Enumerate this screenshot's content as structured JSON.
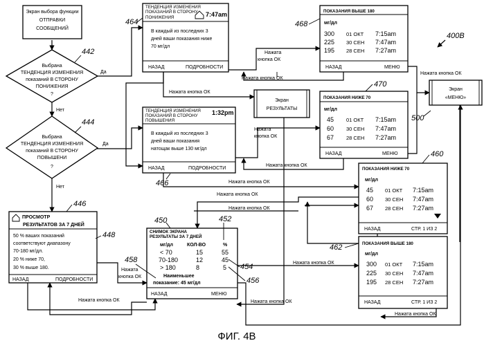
{
  "figure_label": "ФИГ. 4В",
  "figure_ref": "400В",
  "refs": {
    "r442": "442",
    "r444": "444",
    "r446": "446",
    "r448": "448",
    "r450": "450",
    "r452": "452",
    "r454": "454",
    "r456": "456",
    "r458": "458",
    "r460": "460",
    "r462": "462",
    "r464": "464",
    "r466": "466",
    "r468": "468",
    "r470": "470",
    "r500": "500"
  },
  "start_box": {
    "lines": [
      "Экран выбора функции",
      "ОТПРАВКИ",
      "СООБЩЕНИЙ"
    ]
  },
  "decision1": {
    "lines": [
      "Выбрана",
      "ТЕНДЕНЦИЯ ИЗМЕНЕНИЯ",
      "показаний В СТОРОНУ",
      "ПОНИЖЕНИЯ",
      "?"
    ],
    "yes": "Да",
    "no": "Нет"
  },
  "decision2": {
    "lines": [
      "Выбрана",
      "ТЕНДЕНЦИЯ ИЗМЕНЕНИЯ",
      "показаний В СТОРОНУ",
      "ПОВЫШЕНИ",
      "?"
    ],
    "yes": "Да",
    "no": "Нет"
  },
  "screen_down": {
    "title": [
      "ТЕНДЕНЦИЯ ИЗМЕНЕНИЯ",
      "ПОКАЗАНИЙ В СТОРОНУ",
      "ПОНИЖЕНИЯ"
    ],
    "time": "7:47am",
    "body": [
      "В каждый из последних 3",
      "дней ваши показания ниже",
      "70 мг/дл"
    ],
    "left_btn": "НАЗАД",
    "right_btn": "ПОДРОБНОСТИ"
  },
  "screen_up": {
    "title": [
      "ТЕНДЕНЦИЯ ИЗМЕНЕНИЯ",
      "ПОКАЗАНИЙ В СТОРОНУ",
      "ПОВЫШЕНИЯ"
    ],
    "time": "1:32pm",
    "body": [
      "В каждый из последних 3",
      "дней ваши показания",
      "натощак выше 130 мг/дл"
    ],
    "left_btn": "НАЗАД",
    "right_btn": "ПОДРОБНОСТИ"
  },
  "above180_a": {
    "title": "ПОКАЗАНИЯ ВЫШЕ 180",
    "unit": "мг/дл",
    "rows": [
      [
        "300",
        "01 ОКТ",
        "7:15am"
      ],
      [
        "225",
        "30 СЕН",
        "7:47am"
      ],
      [
        "195",
        "28 СЕН",
        "7:27am"
      ]
    ],
    "left_btn": "НАЗАД",
    "right_btn": "МЕНЮ"
  },
  "below70_a": {
    "title": "ПОКАЗАНИЯ НИЖЕ 70",
    "unit": "мг/дл",
    "rows": [
      [
        "45",
        "01 ОКТ",
        "7:15am"
      ],
      [
        "60",
        "30 СЕН",
        "7:47am"
      ],
      [
        "67",
        "28 СЕН",
        "7:27am"
      ]
    ],
    "left_btn": "НАЗАД",
    "right_btn": "МЕНЮ"
  },
  "below70_b": {
    "title": "ПОКАЗАНИЯ НИЖЕ 70",
    "unit": "мг/дл",
    "rows": [
      [
        "45",
        "01 ОКТ",
        "7:15am"
      ],
      [
        "60",
        "30 СЕН",
        "7:47am"
      ],
      [
        "67",
        "28 СЕН",
        "7:27am"
      ]
    ],
    "left_btn": "НАЗАД",
    "right_btn": "СТР. 1 ИЗ 2"
  },
  "above180_b": {
    "title": "ПОКАЗАНИЯ ВЫШЕ 180",
    "unit": "мг/дл",
    "rows": [
      [
        "300",
        "01 ОКТ",
        "7:15am"
      ],
      [
        "225",
        "30 СЕН",
        "7:47am"
      ],
      [
        "195",
        "28 СЕН",
        "7:27am"
      ]
    ],
    "left_btn": "НАЗАД",
    "right_btn": "СТР. 1 ИЗ 2"
  },
  "results_screen": {
    "lines": [
      "Экран",
      "РЕЗУЛЬТАТЫ"
    ]
  },
  "menu_screen": {
    "lines": [
      "Экран",
      "«МЕНЮ»"
    ]
  },
  "review7": {
    "title": [
      "ПРОСМОТР",
      "РЕЗУЛЬТАТОВ ЗА 7 ДНЕЙ"
    ],
    "body": [
      "50 % ваших показаний",
      "соответствуют диапазону",
      "70-180 мг/дл.",
      "20 % ниже 70,",
      "30 % выше 180."
    ],
    "left_btn": "НАЗАД",
    "right_btn": "ПОДРОБНОСТИ"
  },
  "snapshot": {
    "title": [
      "СНИМОК ЭКРАНА",
      "РЕЗУЛЬТАТЫ ЗА 7 ДНЕЙ"
    ],
    "headers": [
      "мг/дл",
      "КОЛ-ВО",
      "%"
    ],
    "rows": [
      [
        "< 70",
        "15",
        "55"
      ],
      [
        "70-180",
        "12",
        "45"
      ],
      [
        "> 180",
        "8",
        "5"
      ]
    ],
    "lowest_label": "Наименьшее",
    "lowest_value": "показание: 45 мг/дл",
    "left_btn": "НАЗАД",
    "right_btn": "МЕНЮ"
  },
  "labels": {
    "ok": "Нажата кнопка ОК",
    "ok_line1": "Нажата",
    "ok_line2": "кнопка ОК"
  }
}
